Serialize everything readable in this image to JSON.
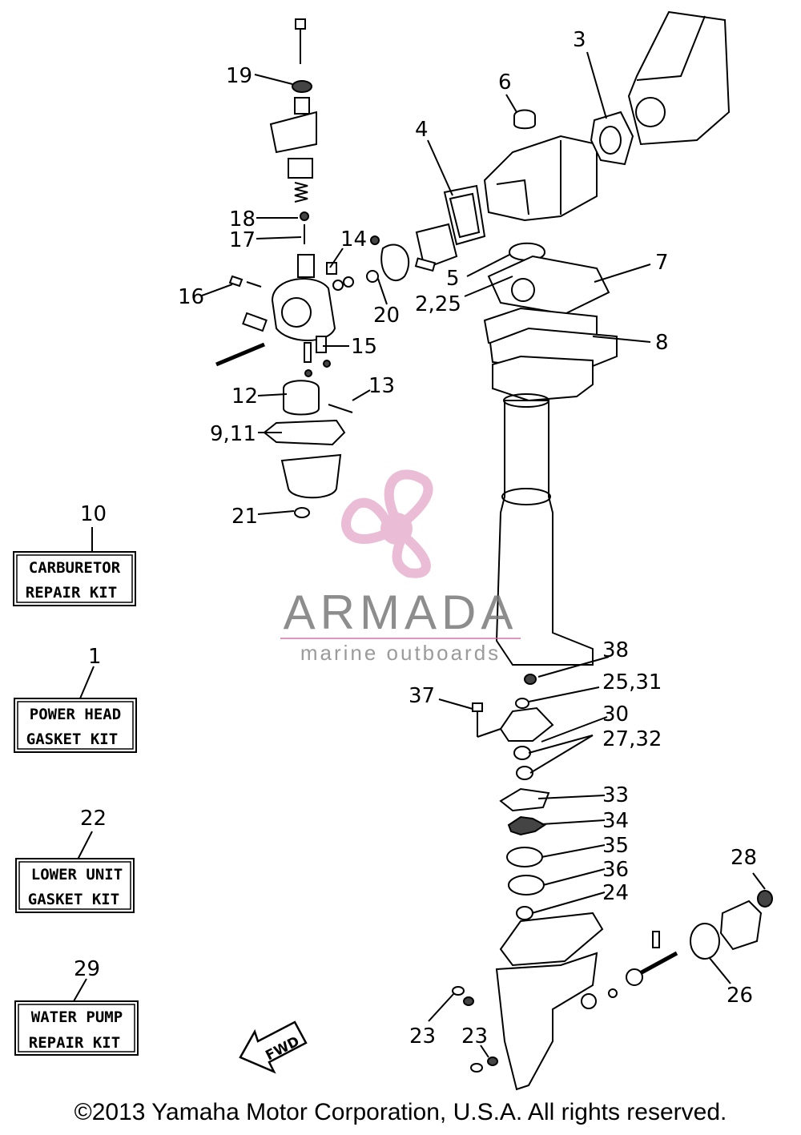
{
  "callouts": {
    "c19": "19",
    "c18": "18",
    "c17": "17",
    "c16": "16",
    "c14": "14",
    "c15": "15",
    "c20": "20",
    "c12": "12",
    "c13": "13",
    "c9_11": "9,11",
    "c21": "21",
    "c3": "3",
    "c6": "6",
    "c4": "4",
    "c5": "5",
    "c2_25": "2,25",
    "c7": "7",
    "c8": "8",
    "c10": "10",
    "c1": "1",
    "c22": "22",
    "c29": "29",
    "c38": "38",
    "c25_31": "25,31",
    "c37": "37",
    "c30": "30",
    "c27_32": "27,32",
    "c33": "33",
    "c34": "34",
    "c35": "35",
    "c36": "36",
    "c24": "24",
    "c28": "28",
    "c26": "26",
    "c23a": "23",
    "c23b": "23"
  },
  "kits": {
    "carburetor": [
      "CARBURETOR",
      "REPAIR  KIT"
    ],
    "power_head": [
      "POWER  HEAD",
      "GASKET  KIT"
    ],
    "lower_unit": [
      "LOWER  UNIT",
      "GASKET  KIT"
    ],
    "water_pump": [
      "WATER  PUMP",
      "REPAIR  KIT"
    ]
  },
  "fwd_label": "FWD",
  "logo": {
    "name": "ARMADA",
    "tagline": "marine outboards",
    "accent_color": "#e3a6c8"
  },
  "copyright": "©2013 Yamaha Motor Corporation, U.S.A. All rights reserved."
}
